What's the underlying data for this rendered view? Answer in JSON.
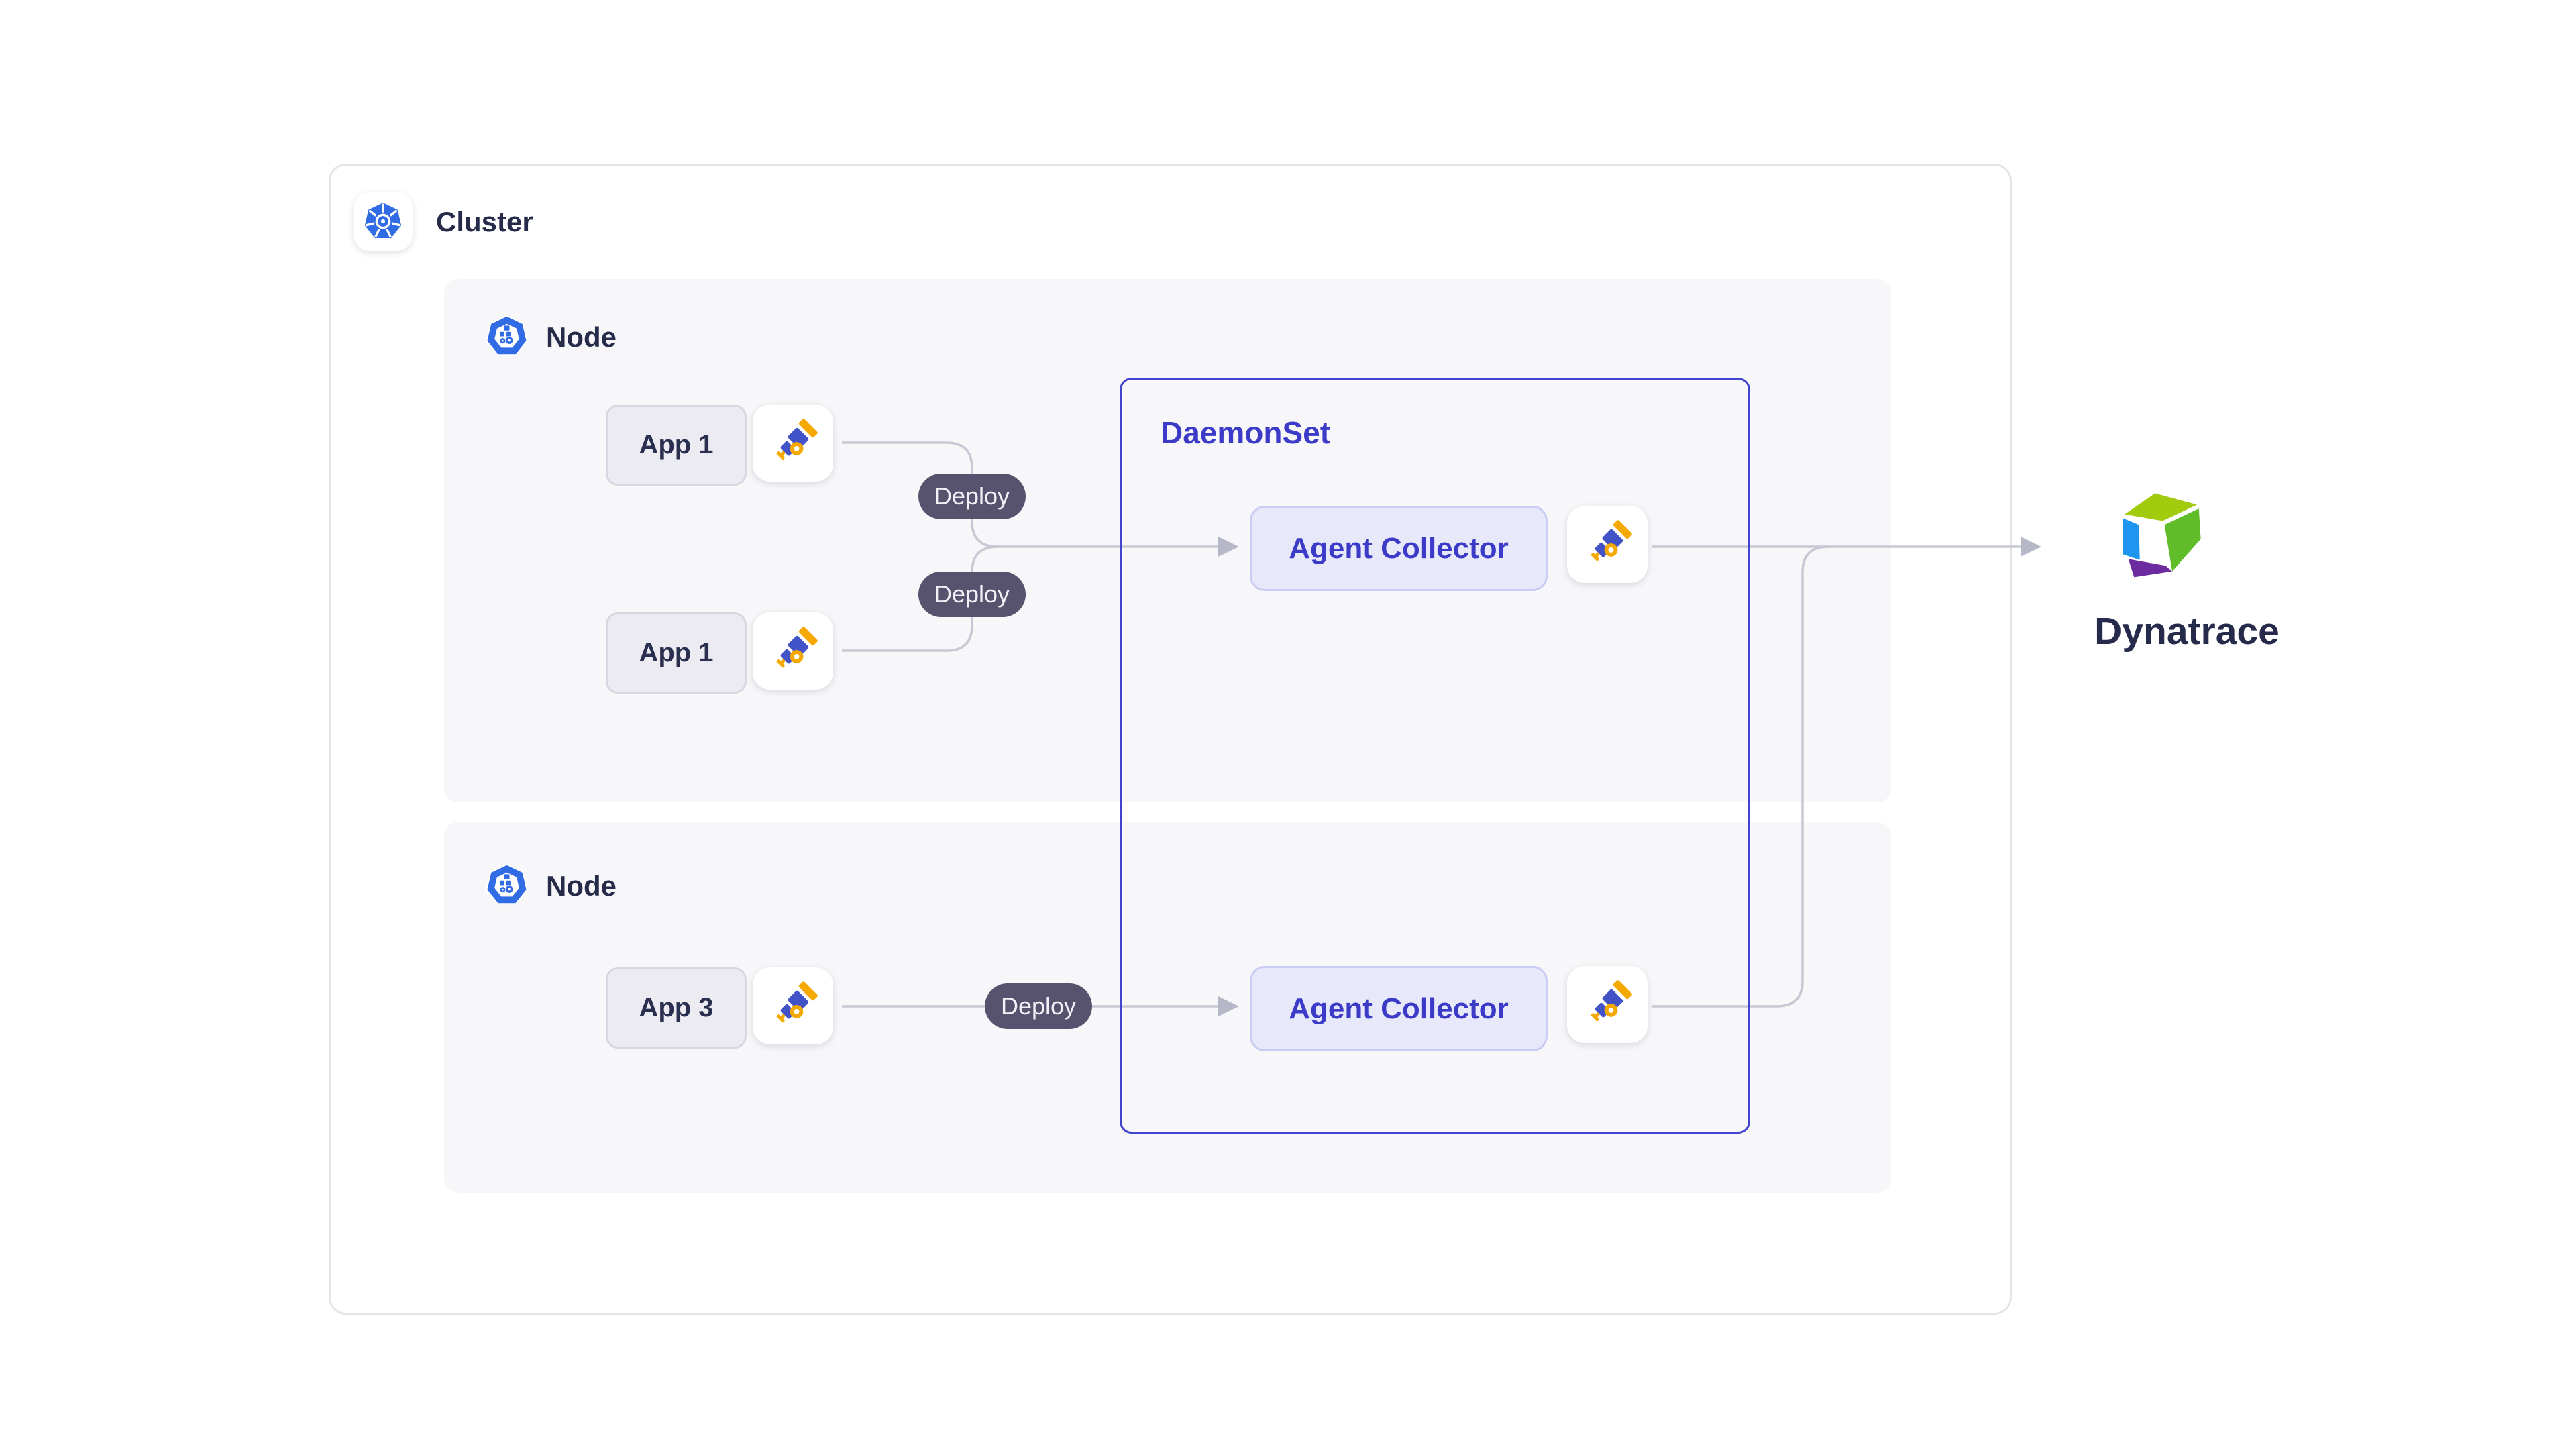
{
  "cluster": {
    "label": "Cluster"
  },
  "nodes": [
    {
      "label": "Node",
      "apps": [
        {
          "name": "App 1",
          "deploy": "Deploy"
        },
        {
          "name": "App 1",
          "deploy": "Deploy"
        }
      ]
    },
    {
      "label": "Node",
      "apps": [
        {
          "name": "App 3",
          "deploy": "Deploy"
        }
      ]
    }
  ],
  "daemonset": {
    "label": "DaemonSet",
    "collectors": [
      {
        "label": "Agent Collector"
      },
      {
        "label": "Agent Collector"
      }
    ]
  },
  "destination": {
    "label": "Dynatrace"
  },
  "icons": {
    "cluster": "kubernetes-cluster-icon",
    "node": "kubernetes-node-icon",
    "instrumentation": "opentelemetry-icon",
    "destination": "dynatrace-logo"
  },
  "colors": {
    "kubernetes_blue": "#326CE5",
    "daemonset_border": "#4343CE",
    "daemonset_text": "#3B3BC8",
    "collector_fill": "#E7E8F9",
    "collector_border": "#C9CDF3",
    "node_background": "#F7F7F9",
    "app_fill": "#EBEBF1",
    "app_border": "#D7D7E1",
    "deploy_pill": "#57536F",
    "connector_line": "#C7C8D4",
    "arrowhead": "#B6B8C8",
    "otel_blue": "#4253C8",
    "otel_orange": "#F5A800",
    "dynatrace_lime": "#A2CB0E",
    "dynatrace_green": "#60BC28",
    "dynatrace_blue": "#1E96F0",
    "dynatrace_purple": "#6C2CA0",
    "heading_text": "#262B49"
  }
}
